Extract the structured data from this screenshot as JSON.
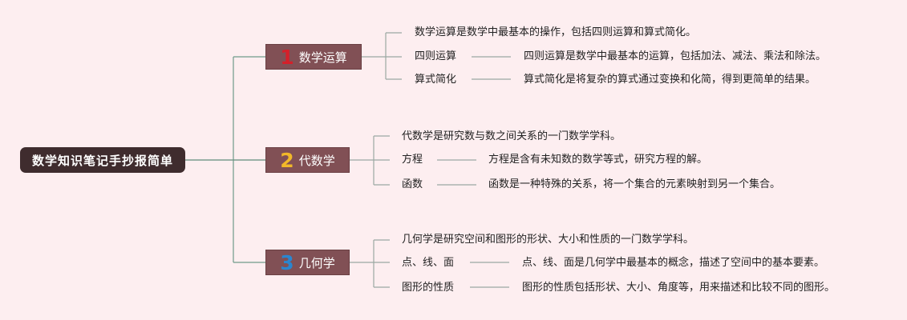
{
  "root": {
    "title": "数学知识笔记手抄报简单"
  },
  "branches": [
    {
      "number": "1",
      "title": "数学运算",
      "summary": "数学运算是数学中最基本的操作，包括四则运算和算式简化。",
      "items": [
        {
          "term": "四则运算",
          "desc": "四则运算是数学中最基本的运算，包括加法、减法、乘法和除法。"
        },
        {
          "term": "算式简化",
          "desc": "算式简化是将复杂的算式通过变换和化简，得到更简单的结果。"
        }
      ]
    },
    {
      "number": "2",
      "title": "代数学",
      "summary": "代数学是研究数与数之间关系的一门数学学科。",
      "items": [
        {
          "term": "方程",
          "desc": "方程是含有未知数的数学等式，研究方程的解。"
        },
        {
          "term": "函数",
          "desc": "函数是一种特殊的关系，将一个集合的元素映射到另一个集合。"
        }
      ]
    },
    {
      "number": "3",
      "title": "几何学",
      "summary": "几何学是研究空间和图形的形状、大小和性质的一门数学学科。",
      "items": [
        {
          "term": "点、线、面",
          "desc": "点、线、面是几何学中最基本的概念，描述了空间中的基本要素。"
        },
        {
          "term": "图形的性质",
          "desc": "图形的性质包括形状、大小、角度等，用来描述和比较不同的图形。"
        }
      ]
    }
  ],
  "colors": {
    "background": "#fdeef0",
    "root": "#3f2c2e",
    "branch": "#815055",
    "connector": "#5f8a7a",
    "number_1": "#d4202a",
    "number_2": "#f2b829",
    "number_3": "#2a86d0"
  }
}
